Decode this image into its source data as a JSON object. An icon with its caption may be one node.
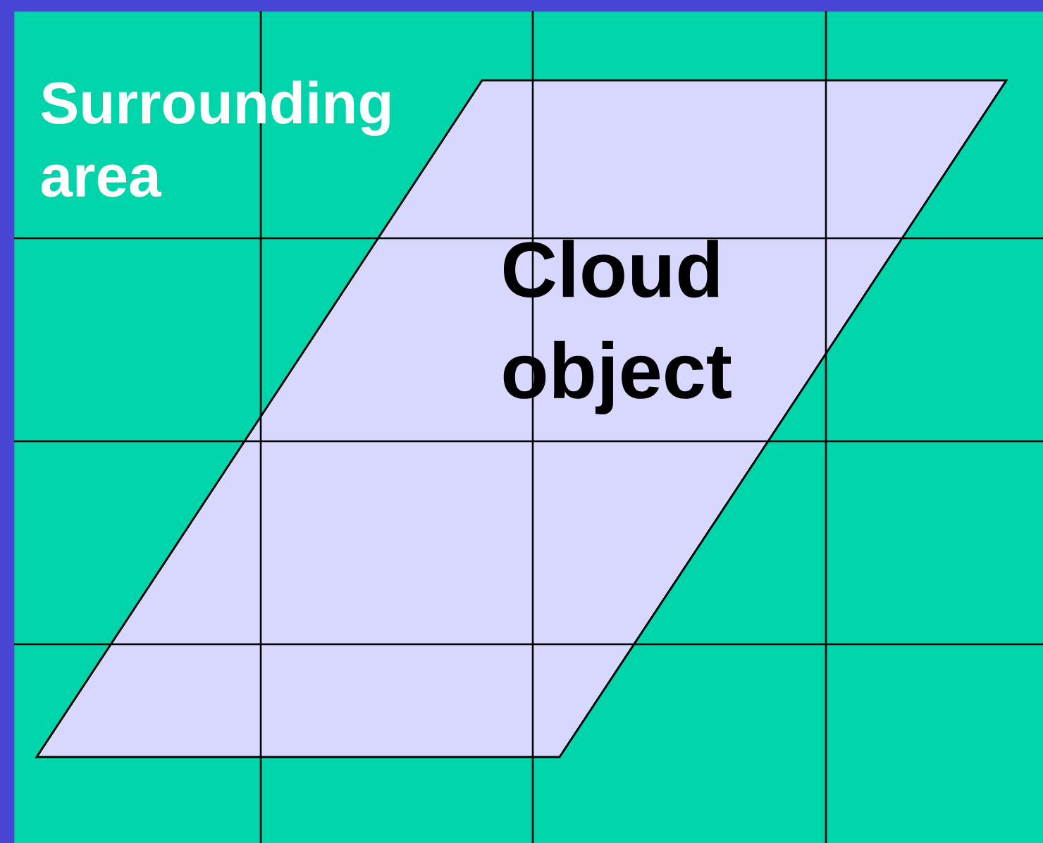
{
  "diagram": {
    "nodes": [
      {
        "text": [
          "Surrounding area"
        ]
      },
      {
        "text": [
          "Cloud object"
        ],
        "in": 0
      }
    ]
  }
}
